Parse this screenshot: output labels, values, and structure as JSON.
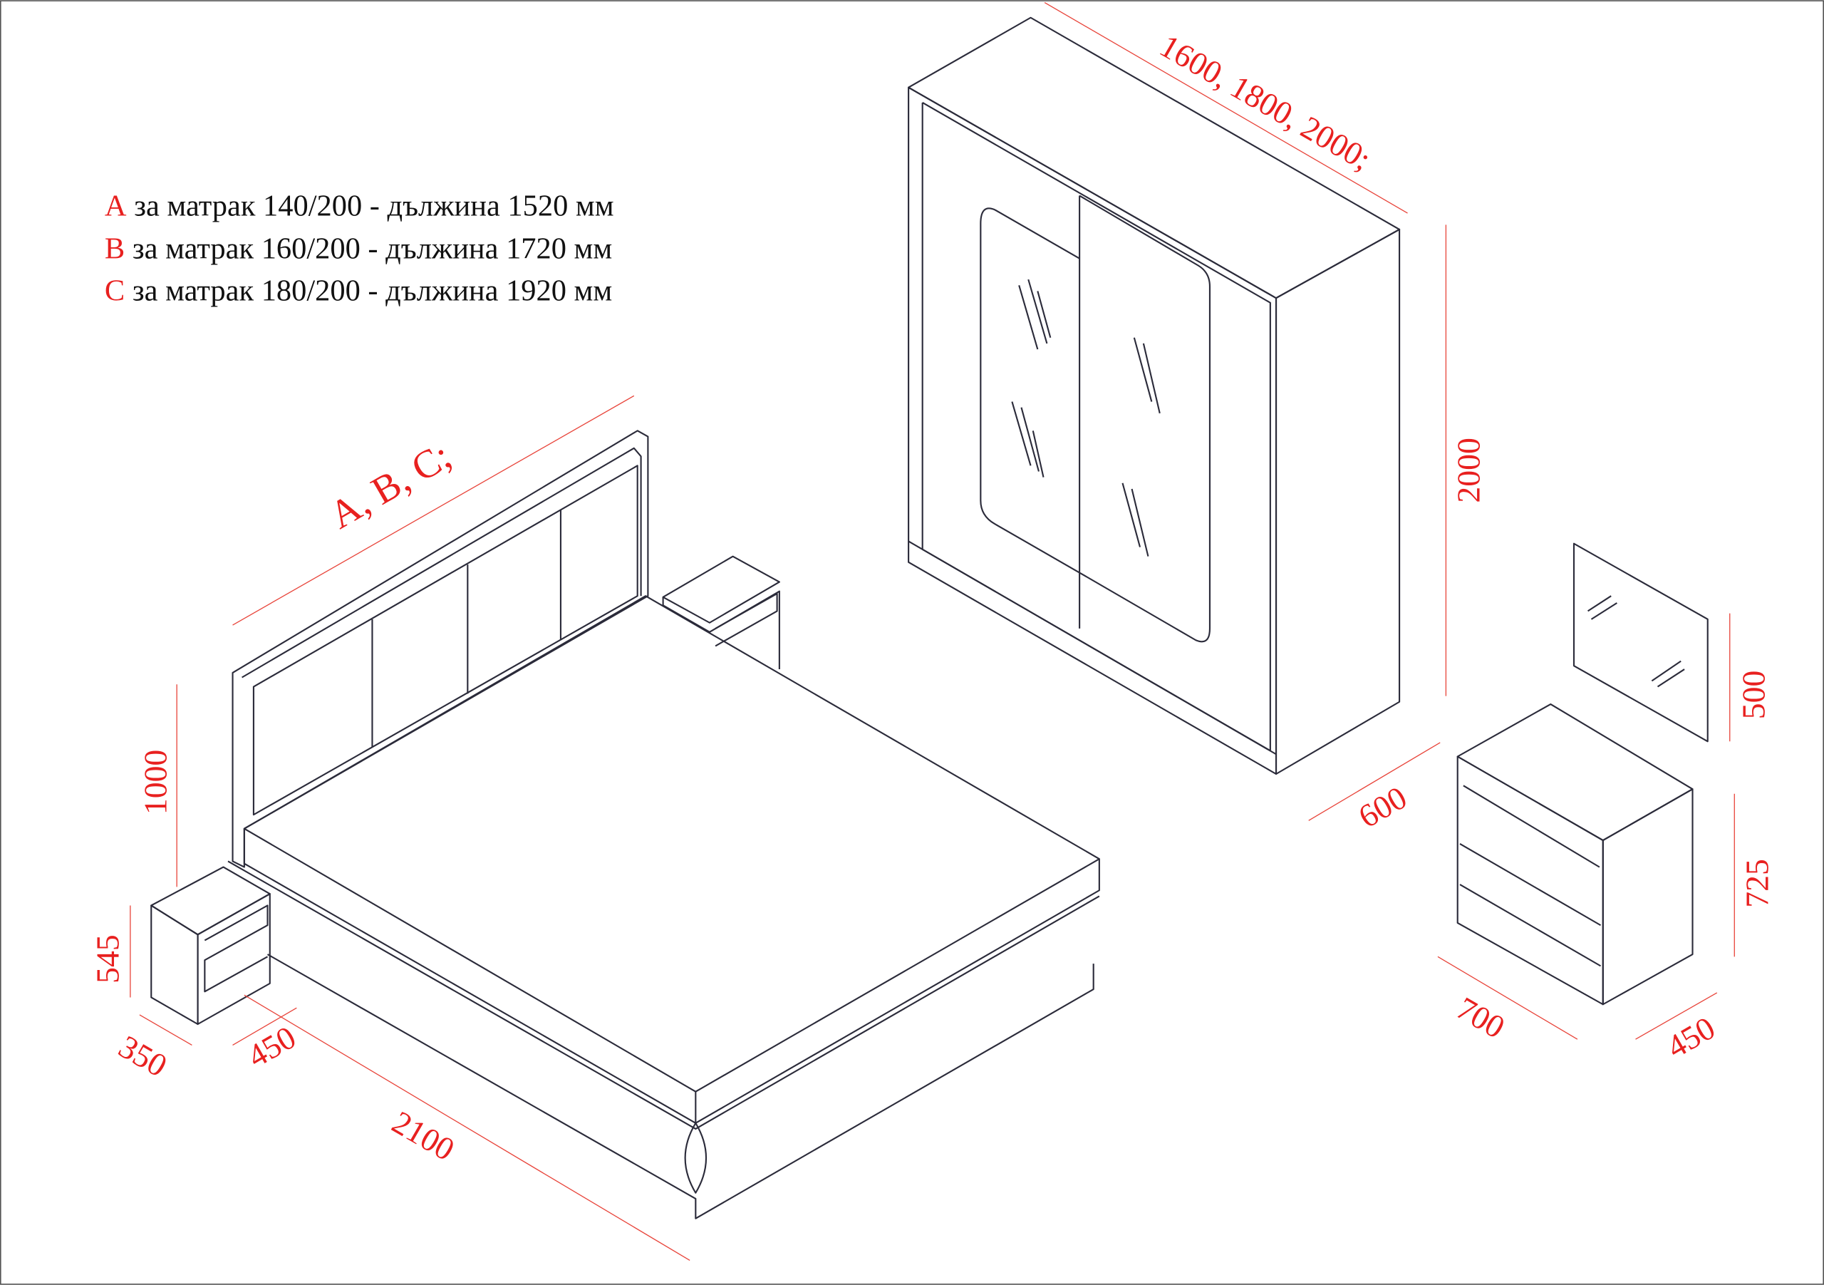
{
  "legend": [
    {
      "key": "A",
      "text": " за матрак 140/200 - дължина 1520 мм"
    },
    {
      "key": "B",
      "text": " за матрак 160/200 - дължина 1720 мм"
    },
    {
      "key": "C",
      "text": " за матрак 180/200 - дължина 1920 мм"
    }
  ],
  "dimensions": {
    "wardrobe_width": "1600, 1800, 2000;",
    "wardrobe_height": "2000",
    "wardrobe_depth": "600",
    "bed_width": "A, B, C;",
    "bed_headboard_height": "1000",
    "bed_length": "2100",
    "nightstand_height": "545",
    "nightstand_depth": "350",
    "nightstand_width": "450",
    "mirror_height": "500",
    "dresser_height": "725",
    "dresser_width": "700",
    "dresser_depth": "450"
  },
  "colors": {
    "dimension": "#e8201f",
    "line": "#2b2b3a"
  }
}
